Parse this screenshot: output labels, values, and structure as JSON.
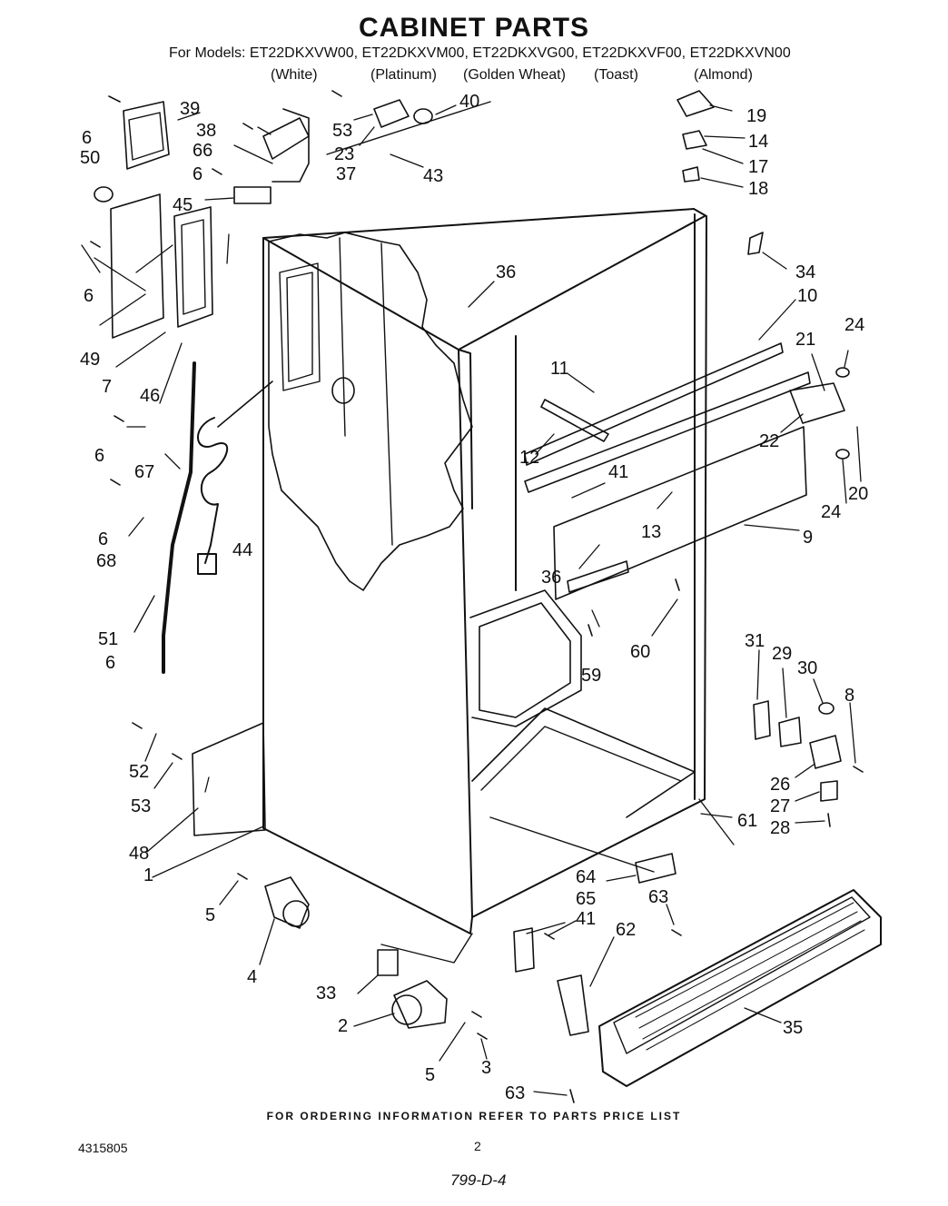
{
  "title": "CABINET PARTS",
  "models": "For Models: ET22DKXVW00, ET22DKXVM00, ET22DKXVG00, ET22DKXVF00, ET22DKXVN00",
  "colors": [
    "(White)",
    "(Platinum)",
    "(Golden Wheat)",
    "(Toast)",
    "(Almond)"
  ],
  "callouts": [
    "1",
    "2",
    "3",
    "4",
    "5",
    "5",
    "6",
    "6",
    "6",
    "6",
    "6",
    "6",
    "7",
    "8",
    "9",
    "10",
    "11",
    "12",
    "13",
    "14",
    "17",
    "18",
    "19",
    "20",
    "21",
    "22",
    "23",
    "24",
    "24",
    "26",
    "27",
    "28",
    "29",
    "30",
    "31",
    "33",
    "34",
    "35",
    "36",
    "36",
    "37",
    "38",
    "39",
    "40",
    "41",
    "41",
    "43",
    "44",
    "45",
    "46",
    "48",
    "49",
    "50",
    "51",
    "52",
    "53",
    "53",
    "59",
    "60",
    "61",
    "62",
    "63",
    "63",
    "64",
    "65",
    "66",
    "67",
    "68"
  ],
  "footer": "FOR ORDERING INFORMATION REFER TO PARTS PRICE LIST",
  "doc_number": "4315805",
  "page_number": "2",
  "handwritten_note": "799-D-4"
}
